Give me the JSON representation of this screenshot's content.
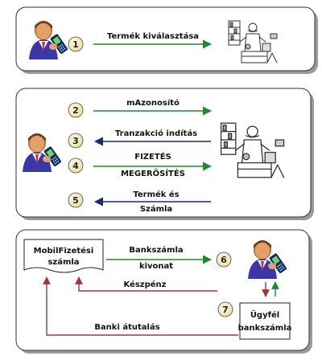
{
  "panel1": {
    "steps": [
      {
        "num": "1",
        "label": "Termék kiválasztása"
      }
    ]
  },
  "panel2": {
    "steps": [
      {
        "num": "2",
        "label": "mAzonosító"
      },
      {
        "num": "3",
        "label": "Tranzakció indítás"
      },
      {
        "num": "4",
        "label_line1": "FIZETÉS",
        "label_line2": "MEGERŐSÍTÉS"
      },
      {
        "num": "5",
        "label_line1": "Termék és",
        "label_line2": "Számla"
      }
    ]
  },
  "panel3": {
    "document": {
      "line1": "MobilFizetési",
      "line2": "számla"
    },
    "account": {
      "line1": "Ügyfél",
      "line2": "bankszámla"
    },
    "steps": [
      {
        "num": "6",
        "label_line1": "Bankszámla",
        "label_line2": "kivonat"
      },
      {
        "num": "7"
      }
    ],
    "cash_label": "Készpénz",
    "transfer_label": "Banki átutalás"
  },
  "colors": {
    "green_arrow": "#1e8a2e",
    "navy_arrow": "#1a2a6e",
    "red_arrow": "#b03030",
    "panel_border": "#333333",
    "panel_shadow": "#9a9a9a"
  }
}
